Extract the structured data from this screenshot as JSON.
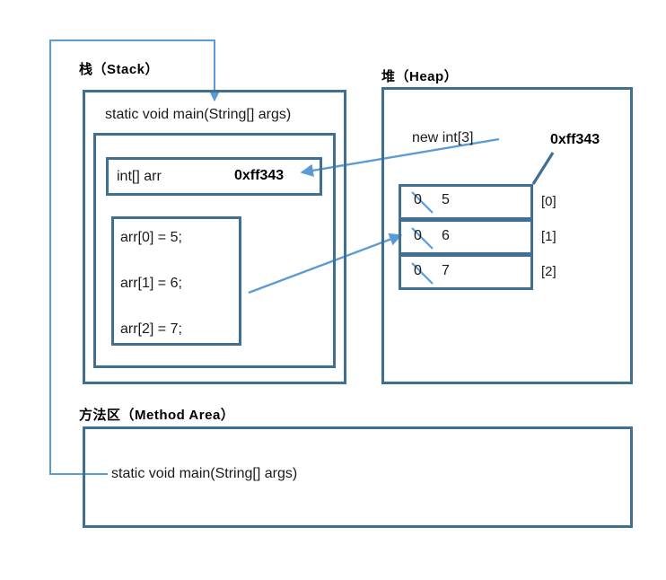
{
  "diagram": {
    "title_stack": "栈（Stack）",
    "title_heap": "堆（Heap）",
    "title_method_area": "方法区（Method Area）"
  },
  "stack": {
    "frame_label": "static void main(String[] args)",
    "variable": {
      "name": "int[] arr",
      "value": "0xff343"
    },
    "code_lines": [
      "arr[0] = 5;",
      "arr[1] = 6;",
      "arr[2] = 7;"
    ]
  },
  "heap": {
    "allocation_label": "new int[3]",
    "address_label": "0xff343",
    "cells": [
      {
        "old_value": "0",
        "new_value": "5",
        "index_label": "[0]"
      },
      {
        "old_value": "0",
        "new_value": "6",
        "index_label": "[1]"
      },
      {
        "old_value": "0",
        "new_value": "7",
        "index_label": "[2]"
      }
    ]
  },
  "method_area": {
    "entry": "static void main(String[] args)"
  },
  "colors": {
    "box_border": "#3f6f92",
    "arrow_light": "#5b9bd5",
    "arrow_dark": "#3f6f92",
    "text": "#1a1a1a"
  }
}
